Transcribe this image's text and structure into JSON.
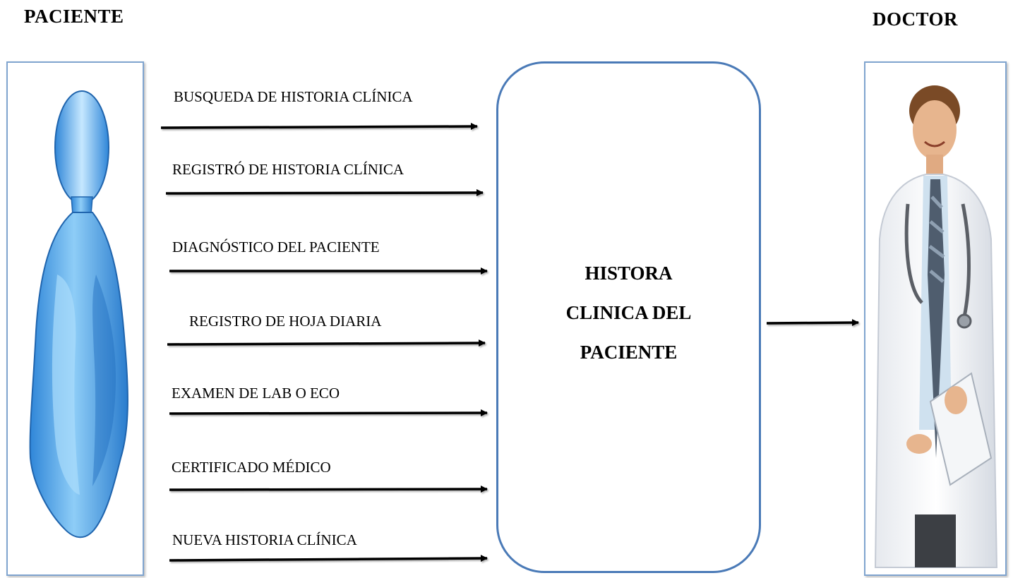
{
  "actors": {
    "left": {
      "title": "PACIENTE"
    },
    "right": {
      "title": "DOCTOR"
    }
  },
  "flows": [
    {
      "label": "BUSQUEDA DE HISTORIA CLÍNICA"
    },
    {
      "label": "REGISTRÓ DE HISTORIA CLÍNICA"
    },
    {
      "label": "DIAGNÓSTICO DEL PACIENTE"
    },
    {
      "label": "REGISTRO DE HOJA DIARIA"
    },
    {
      "label": "EXAMEN DE LAB O ECO"
    },
    {
      "label": "CERTIFICADO MÉDICO"
    },
    {
      "label": "NUEVA HISTORIA CLÍNICA"
    }
  ],
  "center": {
    "lines": [
      "HISTORA",
      "CLINICA DEL",
      "PACIENTE"
    ]
  },
  "colors": {
    "frame_border": "#7fa4cf",
    "center_border": "#4a7ab7",
    "figure_fill": "#5aa7e6",
    "figure_highlight": "#bfe3ff",
    "arrow": "#000000"
  },
  "icons": {
    "left_actor": "patient-figure-icon",
    "right_actor": "doctor-figure-icon"
  }
}
